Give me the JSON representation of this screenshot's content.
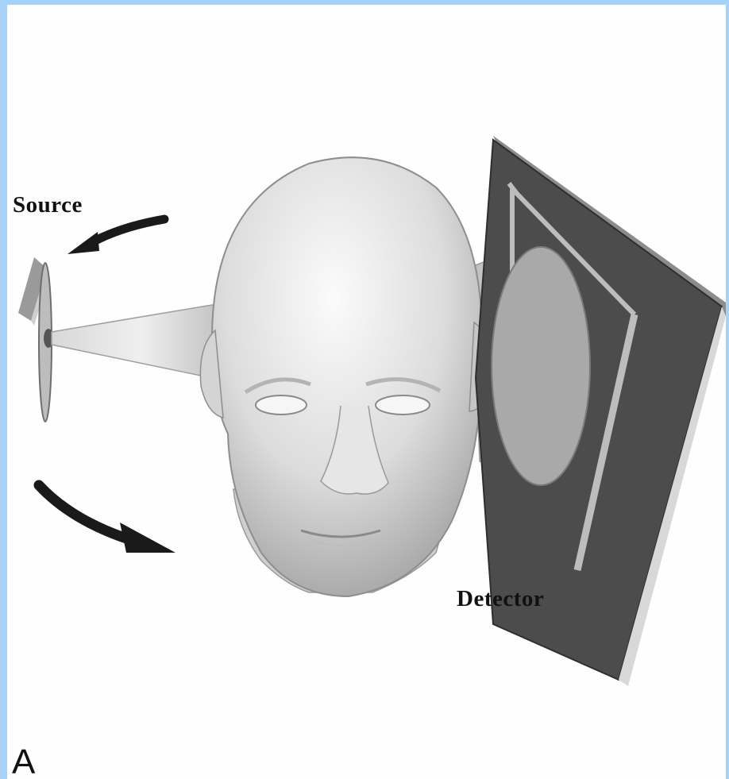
{
  "figure": {
    "panel_label": "A",
    "labels": {
      "source": "Source",
      "detector": "Detector"
    },
    "icons": [
      "rotation-arrow-icon"
    ]
  }
}
